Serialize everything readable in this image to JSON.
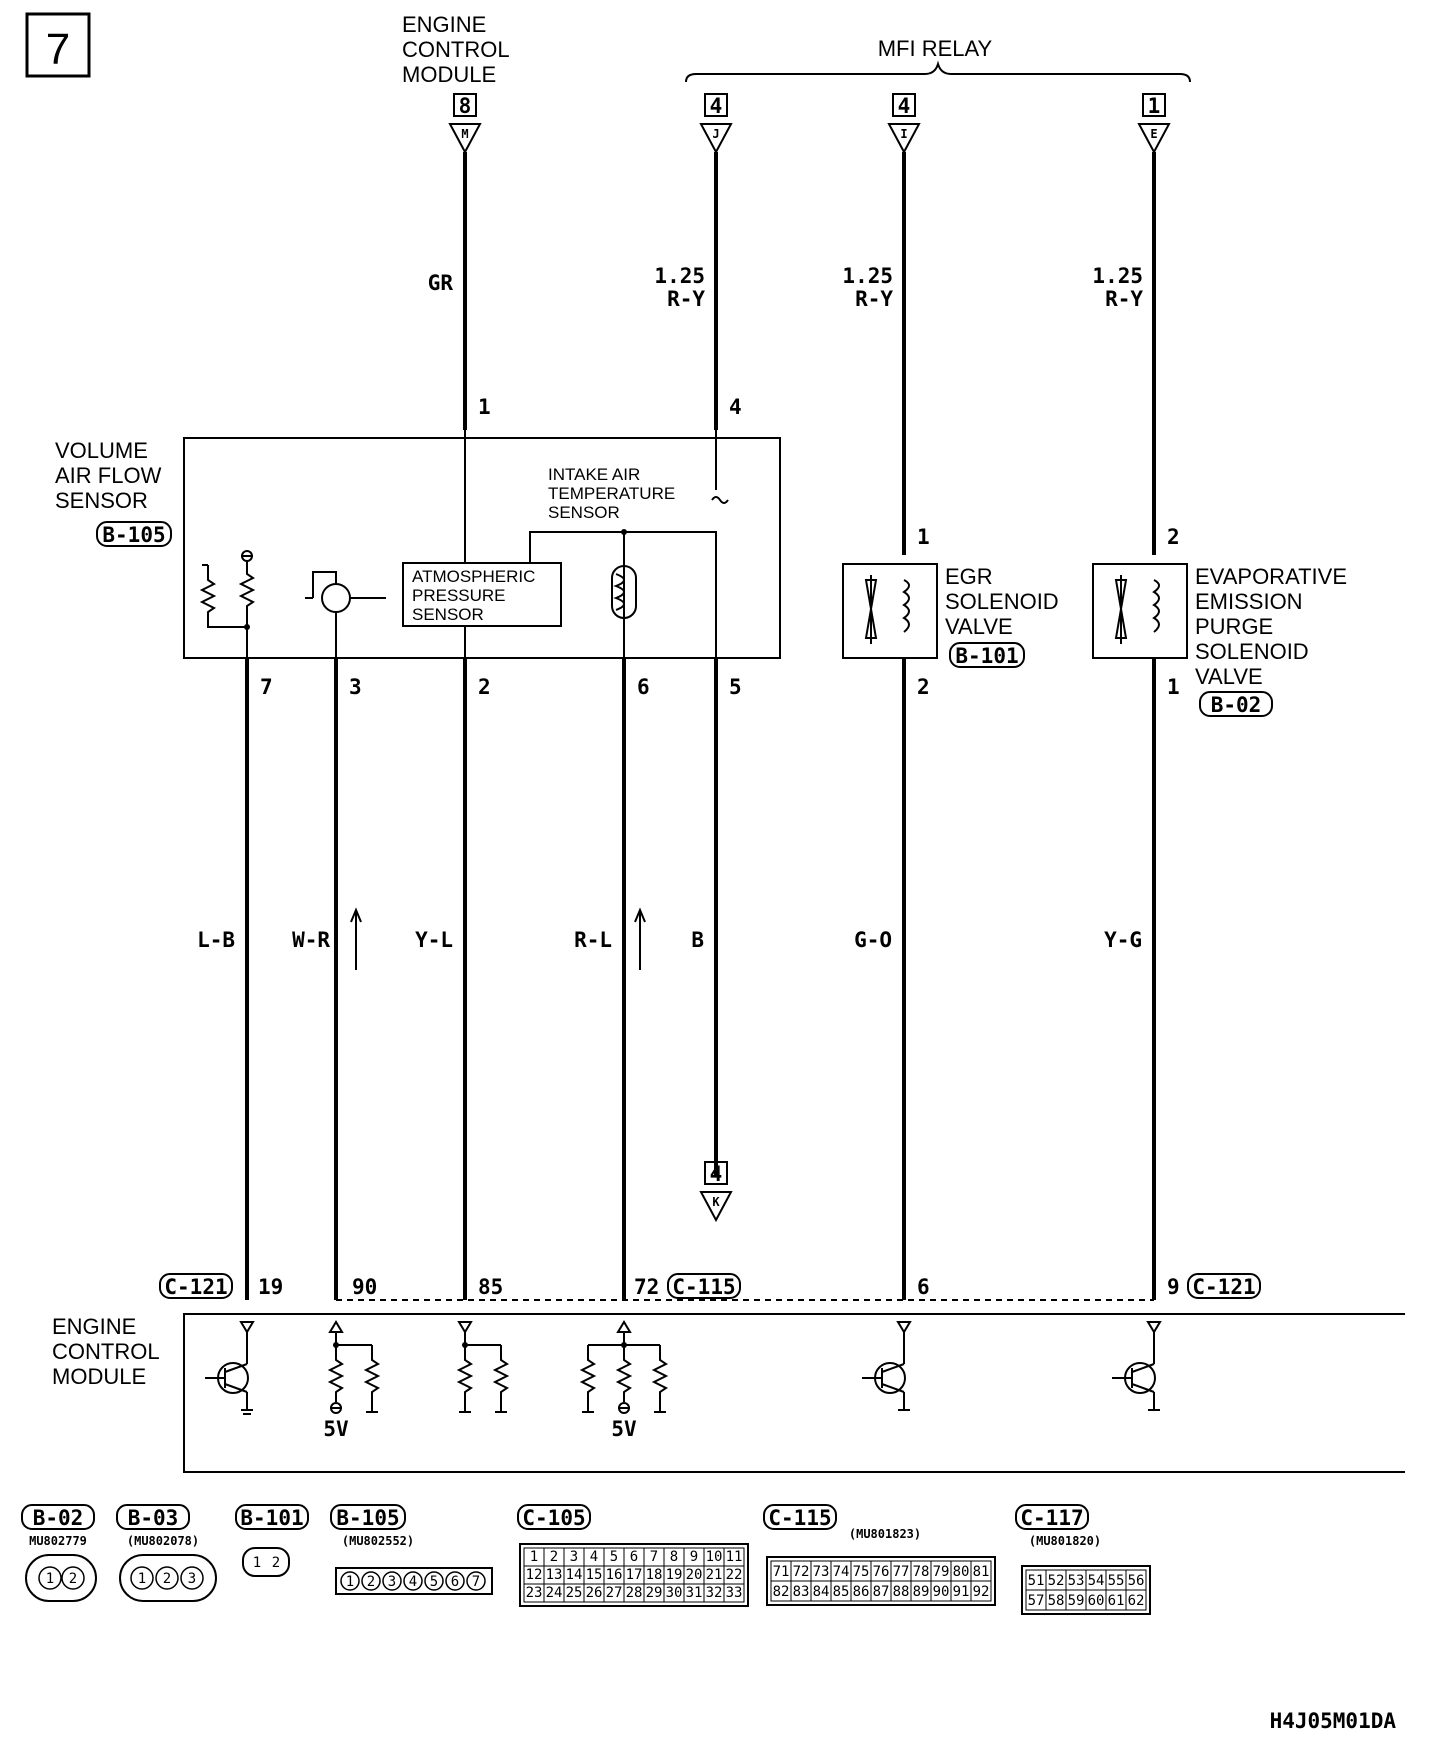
{
  "page_number": "7",
  "drawing_code": "H4J05M01DA",
  "top_labels": {
    "ecm": [
      "ENGINE",
      "CONTROL",
      "MODULE"
    ],
    "mfi_relay": "MFI RELAY"
  },
  "connectors": [
    {
      "num": "8",
      "letter": "M"
    },
    {
      "num": "4",
      "letter": "J"
    },
    {
      "num": "4",
      "letter": "I"
    },
    {
      "num": "1",
      "letter": "E"
    },
    {
      "num": "4",
      "letter": "K"
    }
  ],
  "wire_sizes": [
    "1.25",
    "1.25",
    "1.25"
  ],
  "wire_colors": {
    "gr": "GR",
    "ry1": "R-Y",
    "ry2": "R-Y",
    "ry3": "R-Y",
    "lb": "L-B",
    "wr": "W-R",
    "yl": "Y-L",
    "rl": "R-L",
    "b": "B",
    "go": "G-O",
    "yg": "Y-G"
  },
  "vaf": {
    "title": [
      "VOLUME",
      "AIR FLOW",
      "SENSOR"
    ],
    "code": "B-105",
    "intake": [
      "INTAKE AIR",
      "TEMPERATURE",
      "SENSOR"
    ],
    "atmos": [
      "ATMOSPHERIC",
      "PRESSURE",
      "SENSOR"
    ],
    "pins_top": [
      "1",
      "4"
    ],
    "pins_bottom": [
      "7",
      "3",
      "2",
      "6",
      "5"
    ]
  },
  "egr": {
    "title": [
      "EGR",
      "SOLENOID",
      "VALVE"
    ],
    "code": "B-101",
    "pins": [
      "1",
      "2"
    ]
  },
  "evap": {
    "title": [
      "EVAPORATIVE",
      "EMISSION",
      "PURGE",
      "SOLENOID",
      "VALVE"
    ],
    "code": "B-02",
    "pins": [
      "2",
      "1"
    ]
  },
  "ecm": {
    "title": [
      "ENGINE",
      "CONTROL",
      "MODULE"
    ],
    "conn_left": "C-121",
    "conn_mid": "C-115",
    "conn_right": "C-121",
    "pins": [
      "19",
      "90",
      "85",
      "72",
      "6",
      "9"
    ],
    "voltage": [
      "5V",
      "5V"
    ]
  },
  "legend": {
    "b02": {
      "code": "B-02",
      "part": "MU802779",
      "pins": [
        "1",
        "2"
      ]
    },
    "b03": {
      "code": "B-03",
      "part": "(MU802078)",
      "pins": [
        "1",
        "2",
        "3"
      ]
    },
    "b101": {
      "code": "B-101",
      "pins": [
        "1",
        "2"
      ]
    },
    "b105": {
      "code": "B-105",
      "part": "(MU802552)",
      "pins": [
        "1",
        "2",
        "3",
        "4",
        "5",
        "6",
        "7"
      ]
    },
    "c105": {
      "code": "C-105",
      "rows": [
        [
          "1",
          "2",
          "3",
          "4",
          "5",
          "6",
          "7",
          "8",
          "9",
          "10",
          "11"
        ],
        [
          "12",
          "13",
          "14",
          "15",
          "16",
          "17",
          "18",
          "19",
          "20",
          "21",
          "22"
        ],
        [
          "23",
          "24",
          "25",
          "26",
          "27",
          "28",
          "29",
          "30",
          "31",
          "32",
          "33"
        ]
      ]
    },
    "c115": {
      "code": "C-115",
      "part": "(MU801823)",
      "rows": [
        [
          "71",
          "72",
          "73",
          "74",
          "75",
          "76",
          "77",
          "78",
          "79",
          "80",
          "81"
        ],
        [
          "82",
          "83",
          "84",
          "85",
          "86",
          "87",
          "88",
          "89",
          "90",
          "91",
          "92"
        ]
      ]
    },
    "c117": {
      "code": "C-117",
      "part": "(MU801820)",
      "rows": [
        [
          "51",
          "52",
          "53",
          "54",
          "55",
          "56"
        ],
        [
          "57",
          "58",
          "59",
          "60",
          "61",
          "62"
        ]
      ]
    }
  }
}
